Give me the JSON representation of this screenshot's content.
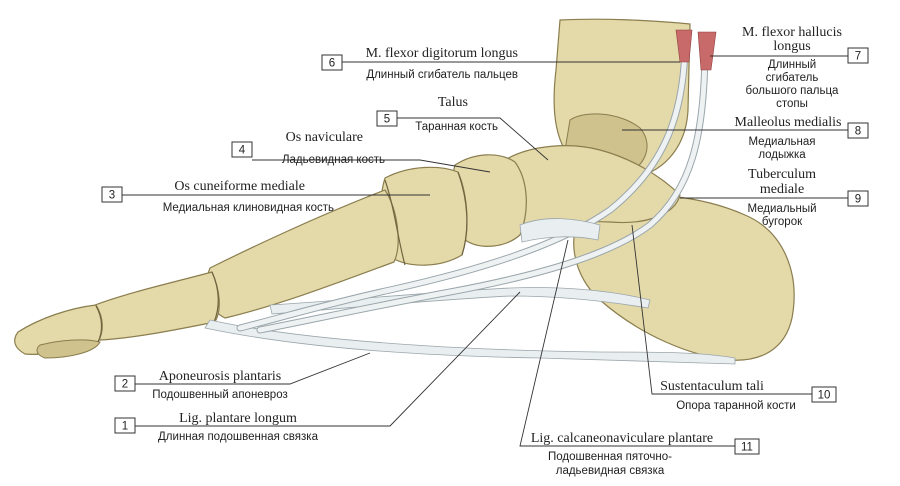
{
  "labels": [
    {
      "num": "1",
      "latin": [
        "Lig. plantare longum"
      ],
      "russian": [
        "Длинная подошвенная связка"
      ]
    },
    {
      "num": "2",
      "latin": [
        "Aponeurosis plantaris"
      ],
      "russian": [
        "Подошвенный апоневроз"
      ]
    },
    {
      "num": "3",
      "latin": [
        "Os cuneiforme mediale"
      ],
      "russian": [
        "Медиальная клиновидная кость"
      ]
    },
    {
      "num": "4",
      "latin": [
        "Os naviculare"
      ],
      "russian": [
        "Ладьевидная кость"
      ]
    },
    {
      "num": "5",
      "latin": [
        "Talus"
      ],
      "russian": [
        "Таранная кость"
      ]
    },
    {
      "num": "6",
      "latin": [
        "M. flexor digitorum longus"
      ],
      "russian": [
        "Длинный сгибатель пальцев"
      ]
    },
    {
      "num": "7",
      "latin": [
        "M. flexor hallucis",
        "longus"
      ],
      "russian": [
        "Длинный",
        "сгибатель",
        "большого пальца",
        "стопы"
      ]
    },
    {
      "num": "8",
      "latin": [
        "Malleolus medialis"
      ],
      "russian": [
        "Медиальная",
        "лодыжка"
      ]
    },
    {
      "num": "9",
      "latin": [
        "Tuberculum",
        "mediale"
      ],
      "russian": [
        "Медиальный",
        "бугорок"
      ]
    },
    {
      "num": "10",
      "latin": [
        "Sustentaculum tali"
      ],
      "russian": [
        "Опора таранной кости"
      ]
    },
    {
      "num": "11",
      "latin": [
        "Lig. calcaneonaviculare plantare"
      ],
      "russian": [
        "Подошвенная пяточно-",
        "ладьевидная связка"
      ]
    }
  ]
}
